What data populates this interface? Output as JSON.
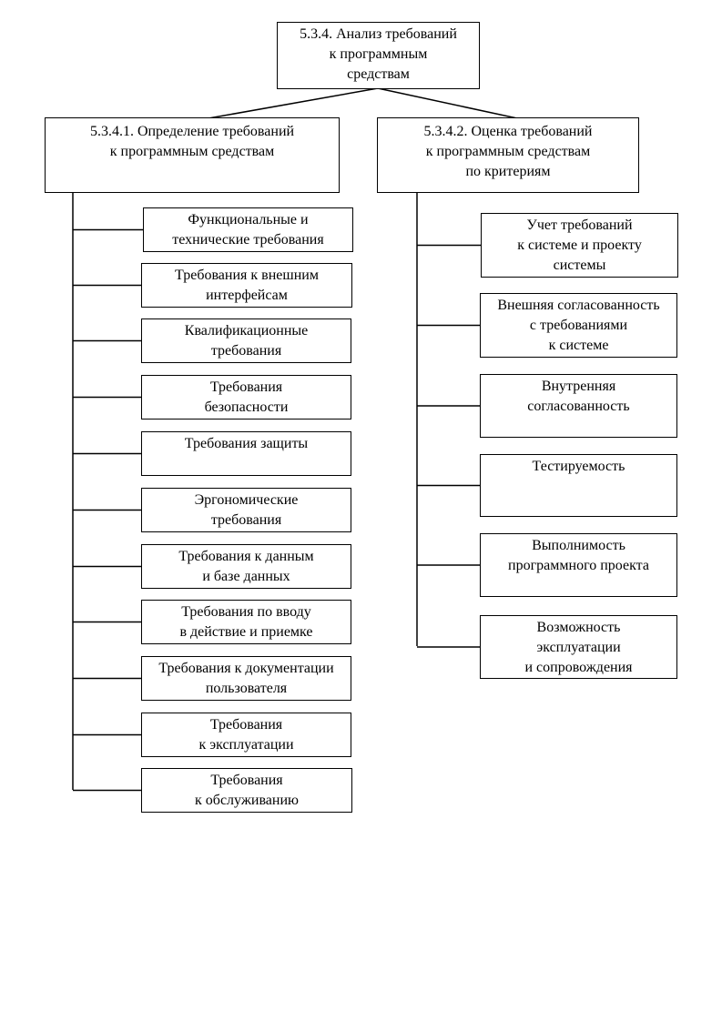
{
  "root": {
    "lines": [
      "5.3.4. Анализ требований",
      "к программным",
      "средствам"
    ]
  },
  "left": {
    "header": {
      "lines": [
        "5.3.4.1. Определение требований",
        "к программным средствам"
      ]
    },
    "items": [
      {
        "lines": [
          "Функциональные и",
          "технические требования"
        ]
      },
      {
        "lines": [
          "Требования к внешним",
          "интерфейсам"
        ]
      },
      {
        "lines": [
          "Квалификационные",
          "требования"
        ]
      },
      {
        "lines": [
          "Требования",
          "безопасности"
        ]
      },
      {
        "lines": [
          "Требования защиты"
        ]
      },
      {
        "lines": [
          "Эргономические",
          "требования"
        ]
      },
      {
        "lines": [
          "Требования к данным",
          "и базе данных"
        ]
      },
      {
        "lines": [
          "Требования по вводу",
          "в действие и приемке"
        ]
      },
      {
        "lines": [
          "Требования к документации",
          "пользователя"
        ]
      },
      {
        "lines": [
          "Требования",
          "к эксплуатации"
        ]
      },
      {
        "lines": [
          "Требования",
          "к обслуживанию"
        ]
      }
    ]
  },
  "right": {
    "header": {
      "lines": [
        "5.3.4.2. Оценка требований",
        "к программным средствам",
        "по критериям"
      ]
    },
    "items": [
      {
        "lines": [
          "Учет требований",
          "к системе и проекту",
          "системы"
        ]
      },
      {
        "lines": [
          "Внешняя согласованность",
          "с требованиями",
          "к системе"
        ]
      },
      {
        "lines": [
          "Внутренняя",
          "согласованность"
        ]
      },
      {
        "lines": [
          "Тестируемость"
        ]
      },
      {
        "lines": [
          "Выполнимость",
          "программного проекта"
        ]
      },
      {
        "lines": [
          "Возможность",
          "эксплуатации",
          "и сопровождения"
        ]
      }
    ]
  }
}
